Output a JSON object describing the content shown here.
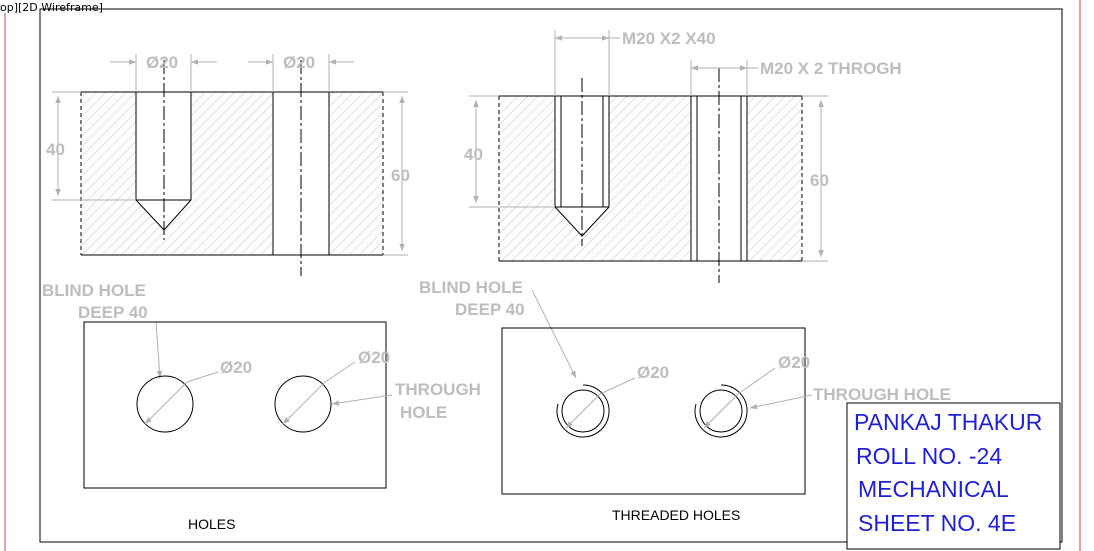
{
  "viewport_label": "op][2D Wireframe]",
  "colors": {
    "geometry": "#000000",
    "dimension": "#b0b0b0",
    "hatch": "#bfbfbf",
    "title_block_text": "#1f1fd6",
    "border_accent": "#d04040"
  },
  "holes_view": {
    "dim_dia_blind": "Ø20",
    "dim_dia_through": "Ø20",
    "dim_depth": "40",
    "dim_height": "60",
    "note_blind_line1": "BLIND HOLE",
    "note_blind_line2": "DEEP 40",
    "plan_dia_blind": "Ø20",
    "plan_dia_through": "Ø20",
    "note_through_line1": "THROUGH",
    "note_through_line2": "HOLE",
    "caption": "HOLES"
  },
  "threaded_view": {
    "dim_thread_blind": "M20 X2 X40",
    "dim_thread_through": "M20 X 2 THROGH",
    "dim_depth": "40",
    "dim_height": "60",
    "note_blind_line1": "BLIND HOLE",
    "note_blind_line2": "DEEP 40",
    "plan_dia_blind": "Ø20",
    "plan_dia_through": "Ø20",
    "note_through": "THROUGH HOLE",
    "caption": "THREADED HOLES"
  },
  "title_block": {
    "name": "PANKAJ THAKUR",
    "roll": "ROLL NO. -24",
    "branch": "MECHANICAL",
    "sheet": "SHEET NO. 4E"
  }
}
